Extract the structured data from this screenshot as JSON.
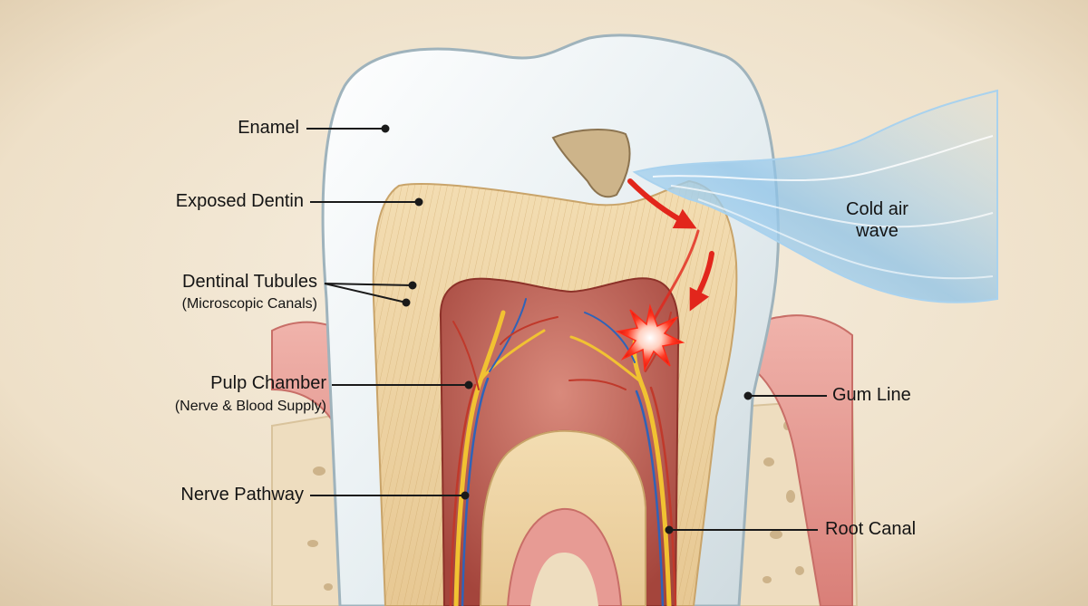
{
  "labels": {
    "enamel": "Enamel",
    "exposed_dentin": "Exposed Dentin",
    "dentinal_tubules": "Dentinal Tubules",
    "dentinal_tubules_sub": "(Microscopic Canals)",
    "pulp_chamber": "Pulp Chamber",
    "pulp_chamber_sub": "(Nerve & Blood Supply)",
    "nerve_pathway": "Nerve Pathway",
    "cold_air_line1": "Cold air",
    "cold_air_line2": "wave",
    "gum_line": "Gum Line",
    "root_canal": "Root Canal"
  },
  "colors": {
    "background": "#efe3cf",
    "enamel": "#eef3f5",
    "dentin": "#efd7a8",
    "pulp": "#b8574e",
    "gum": "#e59a94",
    "bone": "#eeddbf",
    "nerve_yellow": "#f1c232",
    "vessel_red": "#c0392b",
    "vessel_blue": "#2f63b8",
    "pain_arrow": "#e2261c",
    "cold_air": "#9cc9e8",
    "leader": "#1a1a1a"
  }
}
